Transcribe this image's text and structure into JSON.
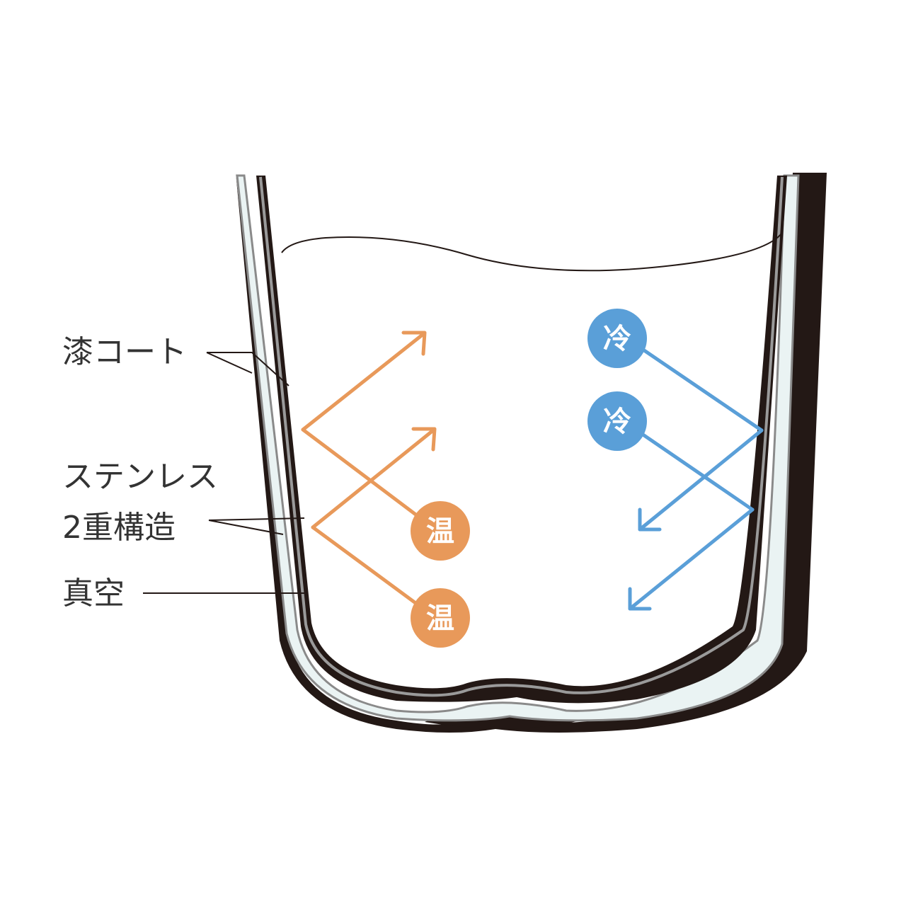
{
  "labels": {
    "urushi": "漆コート",
    "stainless_line1": "ステンレス",
    "stainless_line2": "2重構造",
    "vacuum": "真空"
  },
  "badges": {
    "warm": "温",
    "cold": "冷"
  },
  "colors": {
    "warm": "#E8995A",
    "cold": "#5A9FD8",
    "outline": "#231815",
    "vacuum_fill": "#EAF3F3",
    "label_text": "#333333"
  }
}
